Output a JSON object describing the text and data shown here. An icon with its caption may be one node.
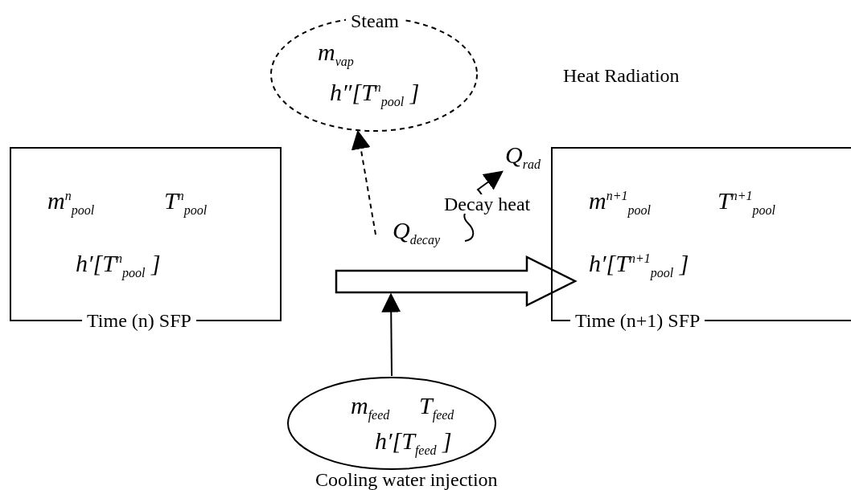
{
  "diagram": {
    "nodes": [
      {
        "text": [
          "Steam",
          "m$_{vap}$",
          "h″[T$^{n}$$_{pool}$ ]"
        ]
      },
      {
        "text": [
          "Q$_{rad}$"
        ],
        "beside": [
          "Heat Radiation"
        ]
      },
      {
        "text": [
          "m$^{n}$$_{pool}$",
          "T$^{n}$$_{pool}$",
          "h′[T$^{n}$$_{pool}$ ]",
          "Time (n) SFP"
        ]
      },
      {
        "text": [
          "m$^{n+1}$$_{pool}$",
          "T$^{n+1}$$_{pool}$",
          "h′[T$^{n+1}$$_{pool}$ ]",
          "Time (n+1) SFP"
        ]
      },
      {
        "text": [
          "m$_{feed}$",
          "T$_{feed}$",
          "h′[T$_{feed}$ ]"
        ],
        "beside": [
          "Cooling water injection"
        ]
      }
    ],
    "edges": [
      {
        "from": 2,
        "to": 3,
        "arrow": "to",
        "label": "Q$_{decay}$",
        "style": "thick"
      },
      {
        "from": 4,
        "to": null,
        "arrow": "to"
      },
      {
        "from": null,
        "to": 0,
        "arrow": "to",
        "style": "dashed"
      },
      {
        "from": null,
        "to": 1,
        "arrow": "to"
      }
    ],
    "labels": [
      "Decay heat"
    ]
  }
}
